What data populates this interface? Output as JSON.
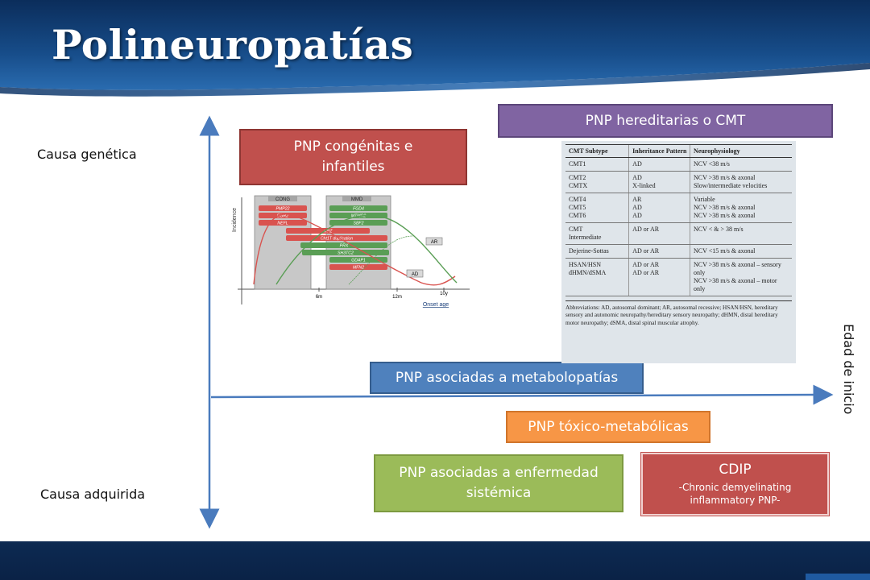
{
  "slide": {
    "title": "Polineuropatías",
    "colors": {
      "header_dark": "#0b2d5b",
      "header_mid": "#1c5a9c",
      "footer": "#0d2a52",
      "axis": "#4a7bbd"
    }
  },
  "axes": {
    "top_label": "Causa genética",
    "bottom_label": "Causa adquirida",
    "right_label": "Edad de inicio"
  },
  "boxes": {
    "congenitas": "PNP congénitas e infantiles",
    "hereditarias": "PNP hereditarias o CMT",
    "metabolopatias": "PNP asociadas a metabolopatías",
    "toxico": "PNP tóxico-metabólicas",
    "sistemica": "PNP asociadas a enfermedad sistémica",
    "cdip_title": "CDIP",
    "cdip_sub": "-Chronic demyelinating inflammatory PNP-"
  },
  "incidence_figure": {
    "y_label": "Incidence",
    "group_cong": "CONG",
    "group_mmd": "MMD",
    "genes": [
      "PMP22",
      "EGR2",
      "NEFL",
      "FGD4",
      "MTMR2",
      "SBF2",
      "MPZ",
      "Cht1T duplication",
      "PRX",
      "SH3TC2",
      "GDAP1",
      "MFN2"
    ],
    "curve_ar": "AR",
    "curve_ad": "AD",
    "ticks": [
      "6m",
      "12m",
      "10y"
    ],
    "x_label": "Onset age",
    "colors": {
      "red": "#d9534f",
      "green": "#5a9e55",
      "gray": "#c8c8c8"
    }
  },
  "cmt_table": {
    "headers": [
      "CMT Subtype",
      "Inheritance Pattern",
      "Neurophysiology"
    ],
    "rows": [
      [
        "CMT1",
        "AD",
        "NCV <38 m/s"
      ],
      [
        "CMT2\nCMTX",
        "AD\nX-linked",
        "NCV >38 m/s & axonal\nSlow/intermediate velocities"
      ],
      [
        "CMT4\nCMT5\nCMT6",
        "AR\nAD\nAD",
        "Variable\nNCV >38 m/s & axonal\nNCV >38 m/s & axonal"
      ],
      [
        "CMT\nIntermediate",
        "AD or AR",
        "NCV < & > 38 m/s"
      ],
      [
        "Dejerine-Sottas",
        "AD or AR",
        "NCV <15 m/s & axonal"
      ],
      [
        "HSAN/HSN\ndHMN/dSMA",
        "AD or AR\nAD or AR",
        "NCV >38 m/s & axonal – sensory only\nNCV >38 m/s & axonal – motor only"
      ]
    ],
    "abbreviations": "Abbreviations: AD, autosomal dominant; AR, autosomal recessive; HSAN/HSN, hereditary sensory and autonomic neuropathy/hereditary sensory neuropathy; dHMN, distal hereditary motor neuropathy; dSMA, distal spinal muscular atrophy."
  }
}
